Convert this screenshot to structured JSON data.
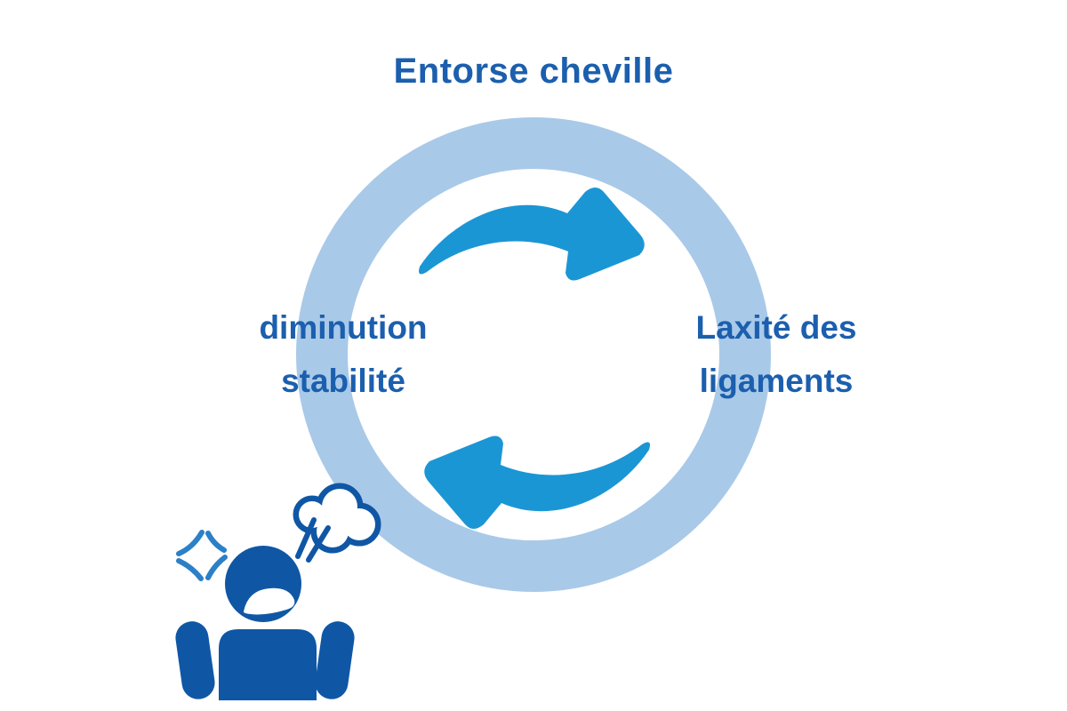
{
  "diagram": {
    "title": "Entorse cheville",
    "cycle": {
      "left_label": {
        "line1": "diminution",
        "line2": "stabilité"
      },
      "right_label": {
        "line1": "Laxité des",
        "line2": "ligaments"
      }
    },
    "icons": {
      "ring": "cycle-ring",
      "top_arrow": "clockwise-arrow-top-icon",
      "bottom_arrow": "clockwise-arrow-bottom-icon",
      "person": "frustrated-person-icon",
      "anger": "anger-mark-icon",
      "steam": "steam-cloud-icon"
    },
    "colors": {
      "background": "#ffffff",
      "ring": "#a9c9e8",
      "arrow": "#1b96d5",
      "text": "#1b5fae",
      "person": "#0f57a5",
      "anger_mark": "#2b80c7",
      "cloud_fill": "#ffffff"
    }
  }
}
